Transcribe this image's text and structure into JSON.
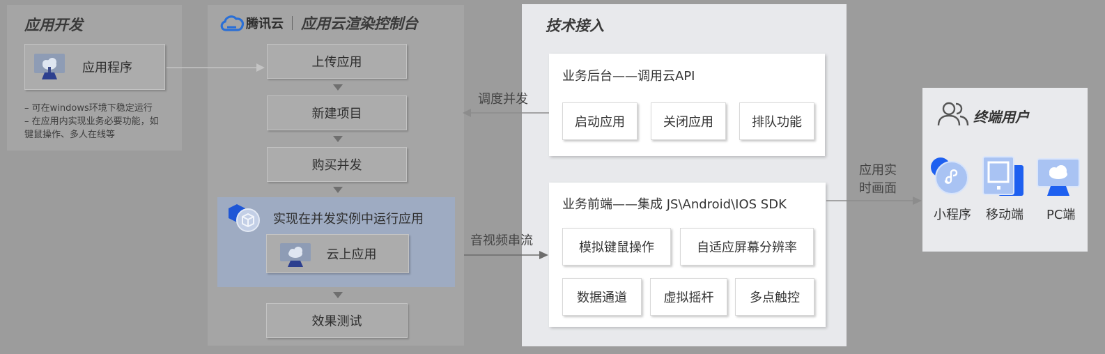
{
  "dev": {
    "title": "应用开发",
    "app_box": "应用程序",
    "notes": [
      "– 可在windows环境下稳定运行",
      "– 在应用内实现业务必要功能，如",
      "键鼠操作、多人在线等"
    ]
  },
  "console": {
    "brand": "腾讯云",
    "title": "应用云渲染控制台",
    "steps": [
      "上传应用",
      "新建项目",
      "购买并发"
    ],
    "instance_label": "实现在并发实例中运行应用",
    "cloud_app": "云上应用",
    "test": "效果测试"
  },
  "arrows": {
    "schedule": "调度并发",
    "stream": "音视频串流",
    "realtime": [
      "应用实",
      "时画面"
    ]
  },
  "tech": {
    "title": "技术接入",
    "backend": {
      "title": "业务后台——调用云API",
      "buttons": [
        "启动应用",
        "关闭应用",
        "排队功能"
      ]
    },
    "frontend": {
      "title": "业务前端——集成 JS\\Android\\IOS SDK",
      "buttons": [
        "模拟键鼠操作",
        "自适应屏幕分辨率",
        "数据通道",
        "虚拟摇杆",
        "多点触控"
      ]
    }
  },
  "users": {
    "title": "终端用户",
    "items": [
      "小程序",
      "移动端",
      "PC端"
    ]
  },
  "colors": {
    "accent_blue": "#1e6cff",
    "instance_bg": "#9eabc2"
  }
}
